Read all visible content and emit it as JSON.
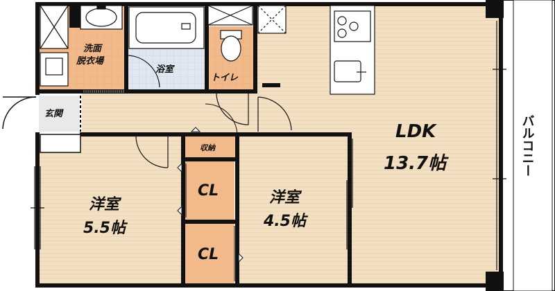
{
  "rooms": {
    "ldk": {
      "name": "LDK",
      "size": "13.7帖"
    },
    "western1": {
      "name": "洋室",
      "size": "5.5帖"
    },
    "western2": {
      "name": "洋室",
      "size": "4.5帖"
    },
    "washroom": {
      "line1": "洗面",
      "line2": "脱衣場"
    },
    "bath": {
      "name": "浴室"
    },
    "toilet": {
      "name": "トイレ"
    },
    "entrance": {
      "name": "玄関"
    },
    "storage": {
      "name": "収納"
    },
    "closet1": {
      "name": "CL"
    },
    "closet2": {
      "name": "CL"
    },
    "balcony": {
      "name": "バルコニー"
    }
  },
  "colors": {
    "floor_wood": "#f3dfc1",
    "wet_area": "#f2b98a",
    "bath_tile": "#dde6ef",
    "wall": "#111111",
    "balcony": "#ffffff"
  }
}
